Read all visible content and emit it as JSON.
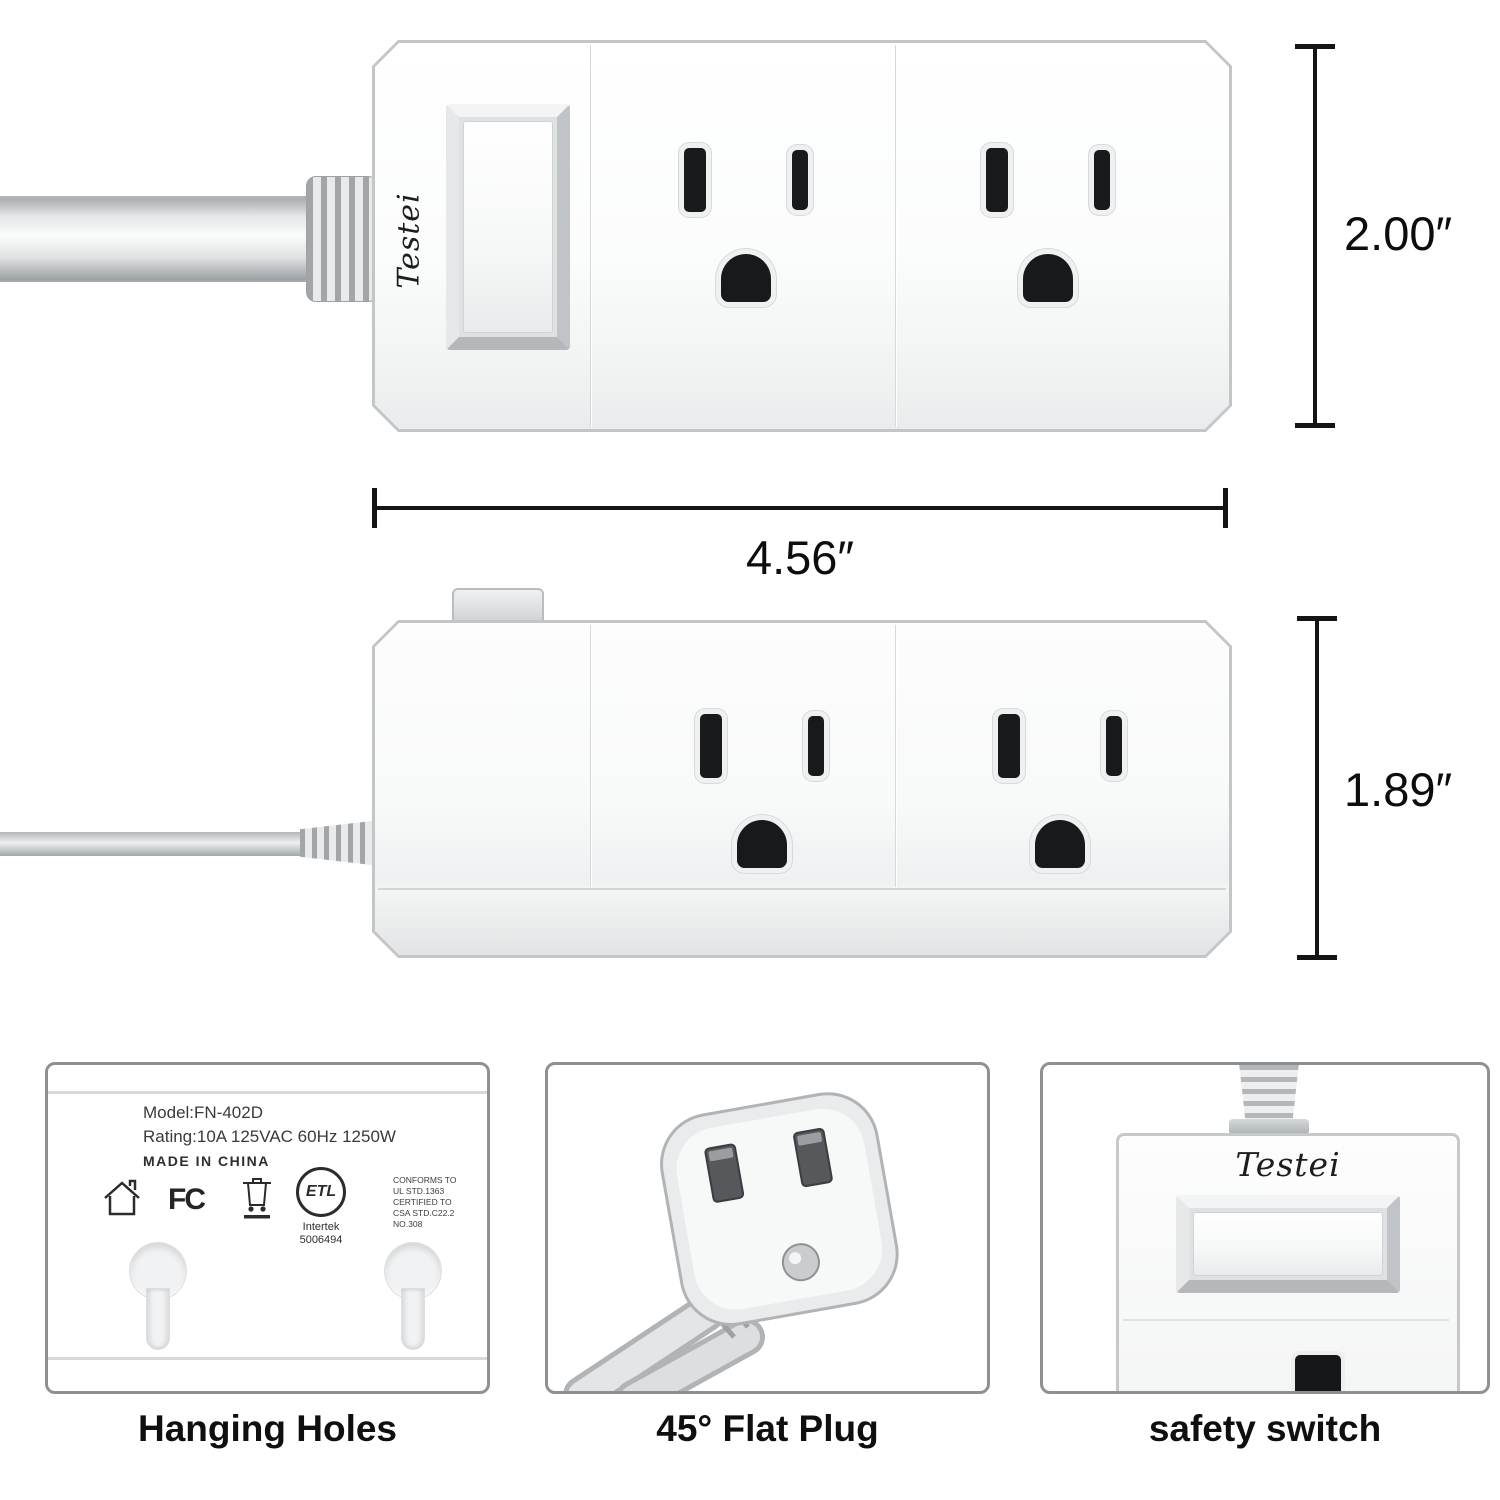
{
  "brand": {
    "name": "Testei"
  },
  "dimensions": {
    "top_height": "2.00″",
    "width": "4.56″",
    "side_height": "1.89″"
  },
  "back_panel": {
    "model": "Model:FN-402D",
    "rating": "Rating:10A 125VAC 60Hz 1250W",
    "origin": "MADE IN CHINA",
    "fcc_mark": "FC",
    "etl_mark": "ETL",
    "intertek": "Intertek",
    "intertek_number": "5006494",
    "conforms_lines": [
      "CONFORMS TO",
      "UL STD.1363",
      "CERTIFIED TO",
      "CSA STD.C22.2",
      "NO.308"
    ]
  },
  "features": {
    "hanging_holes": "Hanging Holes",
    "flat_plug": "45° Flat Plug",
    "safety_switch": "safety switch"
  },
  "colors": {
    "outline": "#c3c6c8",
    "slot": "#17191a",
    "dimension_line": "#141414",
    "box_border": "#8d9194"
  }
}
